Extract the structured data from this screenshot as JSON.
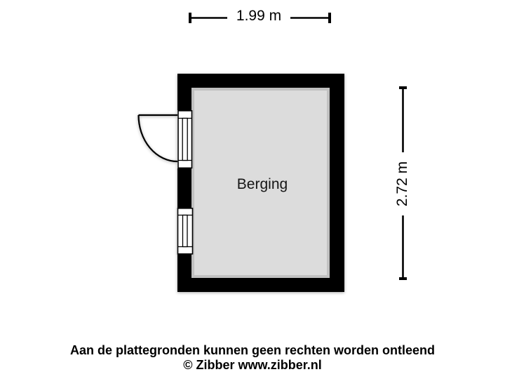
{
  "page": {
    "background": "#ffffff"
  },
  "plan": {
    "room_label": "Berging",
    "colors": {
      "wall": "#000000",
      "floor": "#dcdcdc",
      "frame_fill": "#ffffff",
      "outline": "#000000"
    }
  },
  "dimensions": {
    "width_label": "1.99 m",
    "height_label": "2.72 m"
  },
  "footer": {
    "disclaimer": "Aan de plattegronden kunnen geen rechten worden ontleend",
    "copyright": "© Zibber www.zibber.nl"
  }
}
